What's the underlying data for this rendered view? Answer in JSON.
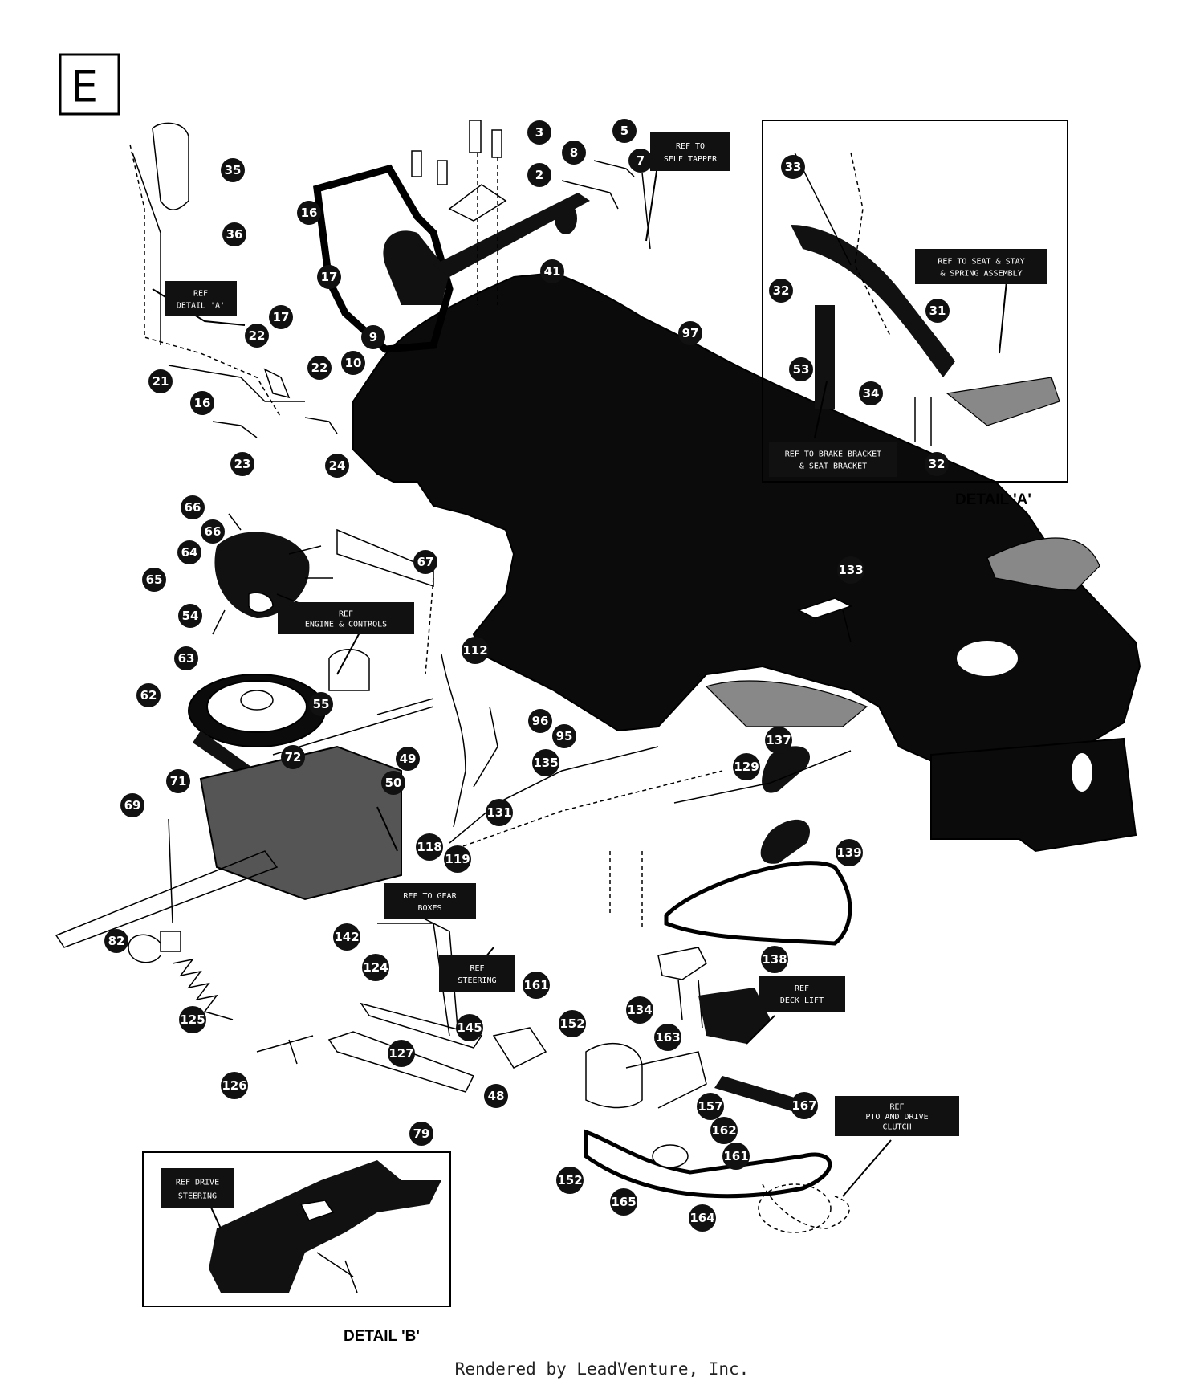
{
  "section_letter": "E",
  "detail_a_caption": "DETAIL 'A'",
  "detail_b_caption": "DETAIL 'B'",
  "footer": "Rendered by LeadVenture, Inc.",
  "callouts": [
    {
      "id": "c-35",
      "label": "35"
    },
    {
      "id": "c-36",
      "label": "36"
    },
    {
      "id": "c-16a",
      "label": "16"
    },
    {
      "id": "c-17a",
      "label": "17"
    },
    {
      "id": "c-9",
      "label": "9"
    },
    {
      "id": "c-10",
      "label": "10"
    },
    {
      "id": "c-3",
      "label": "3"
    },
    {
      "id": "c-2",
      "label": "2"
    },
    {
      "id": "c-8",
      "label": "8"
    },
    {
      "id": "c-5",
      "label": "5"
    },
    {
      "id": "c-7",
      "label": "7"
    },
    {
      "id": "c-41",
      "label": "41"
    },
    {
      "id": "c-97",
      "label": "97"
    },
    {
      "id": "c-21",
      "label": "21"
    },
    {
      "id": "c-22a",
      "label": "22"
    },
    {
      "id": "c-17b",
      "label": "17"
    },
    {
      "id": "c-22b",
      "label": "22"
    },
    {
      "id": "c-16b",
      "label": "16"
    },
    {
      "id": "c-23",
      "label": "23"
    },
    {
      "id": "c-24",
      "label": "24"
    },
    {
      "id": "c-33",
      "label": "33"
    },
    {
      "id": "c-32a",
      "label": "32"
    },
    {
      "id": "c-31",
      "label": "31"
    },
    {
      "id": "c-53",
      "label": "53"
    },
    {
      "id": "c-34",
      "label": "34"
    },
    {
      "id": "c-32b",
      "label": "32"
    },
    {
      "id": "c-66a",
      "label": "66"
    },
    {
      "id": "c-66b",
      "label": "66"
    },
    {
      "id": "c-64",
      "label": "64"
    },
    {
      "id": "c-65",
      "label": "65"
    },
    {
      "id": "c-67",
      "label": "67"
    },
    {
      "id": "c-54",
      "label": "54"
    },
    {
      "id": "c-63",
      "label": "63"
    },
    {
      "id": "c-62",
      "label": "62"
    },
    {
      "id": "c-55",
      "label": "55"
    },
    {
      "id": "c-112",
      "label": "112"
    },
    {
      "id": "c-96",
      "label": "96"
    },
    {
      "id": "c-95",
      "label": "95"
    },
    {
      "id": "c-135",
      "label": "135"
    },
    {
      "id": "c-133",
      "label": "133"
    },
    {
      "id": "c-137",
      "label": "137"
    },
    {
      "id": "c-129",
      "label": "129"
    },
    {
      "id": "c-72",
      "label": "72"
    },
    {
      "id": "c-49",
      "label": "49"
    },
    {
      "id": "c-50",
      "label": "50"
    },
    {
      "id": "c-71",
      "label": "71"
    },
    {
      "id": "c-69",
      "label": "69"
    },
    {
      "id": "c-131",
      "label": "131"
    },
    {
      "id": "c-118",
      "label": "118"
    },
    {
      "id": "c-119",
      "label": "119"
    },
    {
      "id": "c-82",
      "label": "82"
    },
    {
      "id": "c-142",
      "label": "142"
    },
    {
      "id": "c-124",
      "label": "124"
    },
    {
      "id": "c-139",
      "label": "139"
    },
    {
      "id": "c-138",
      "label": "138"
    },
    {
      "id": "c-125",
      "label": "125"
    },
    {
      "id": "c-161a",
      "label": "161"
    },
    {
      "id": "c-134",
      "label": "134"
    },
    {
      "id": "c-152a",
      "label": "152"
    },
    {
      "id": "c-145",
      "label": "145"
    },
    {
      "id": "c-163",
      "label": "163"
    },
    {
      "id": "c-126",
      "label": "126"
    },
    {
      "id": "c-127",
      "label": "127"
    },
    {
      "id": "c-48",
      "label": "48"
    },
    {
      "id": "c-167",
      "label": "167"
    },
    {
      "id": "c-157",
      "label": "157"
    },
    {
      "id": "c-162",
      "label": "162"
    },
    {
      "id": "c-161b",
      "label": "161"
    },
    {
      "id": "c-79",
      "label": "79"
    },
    {
      "id": "c-152b",
      "label": "152"
    },
    {
      "id": "c-165",
      "label": "165"
    },
    {
      "id": "c-164",
      "label": "164"
    }
  ],
  "ref_boxes": [
    {
      "id": "r-belt",
      "lines": [
        "REF TO",
        "SELF TAPPER"
      ]
    },
    {
      "id": "r-detail-a",
      "lines": [
        "REF",
        "DETAIL 'A'"
      ]
    },
    {
      "id": "r-seat",
      "lines": [
        "REF TO SEAT & STAY",
        "& SPRING ASSEMBLY"
      ]
    },
    {
      "id": "r-bracket",
      "lines": [
        "REF TO BRAKE BRACKET",
        "& SEAT BRACKET"
      ]
    },
    {
      "id": "r-engine",
      "lines": [
        "REF",
        "ENGINE & CONTROLS"
      ]
    },
    {
      "id": "r-hydro",
      "lines": [
        "REF TO GEAR",
        "BOXES"
      ]
    },
    {
      "id": "r-axle",
      "lines": [
        "REF",
        "STEERING"
      ]
    },
    {
      "id": "r-deck",
      "lines": [
        "REF",
        "DECK LIFT"
      ]
    },
    {
      "id": "r-pto",
      "lines": [
        "REF",
        "PTO AND DRIVE",
        "CLUTCH"
      ]
    },
    {
      "id": "r-drive",
      "lines": [
        "REF DRIVE",
        "STEERING"
      ]
    }
  ]
}
